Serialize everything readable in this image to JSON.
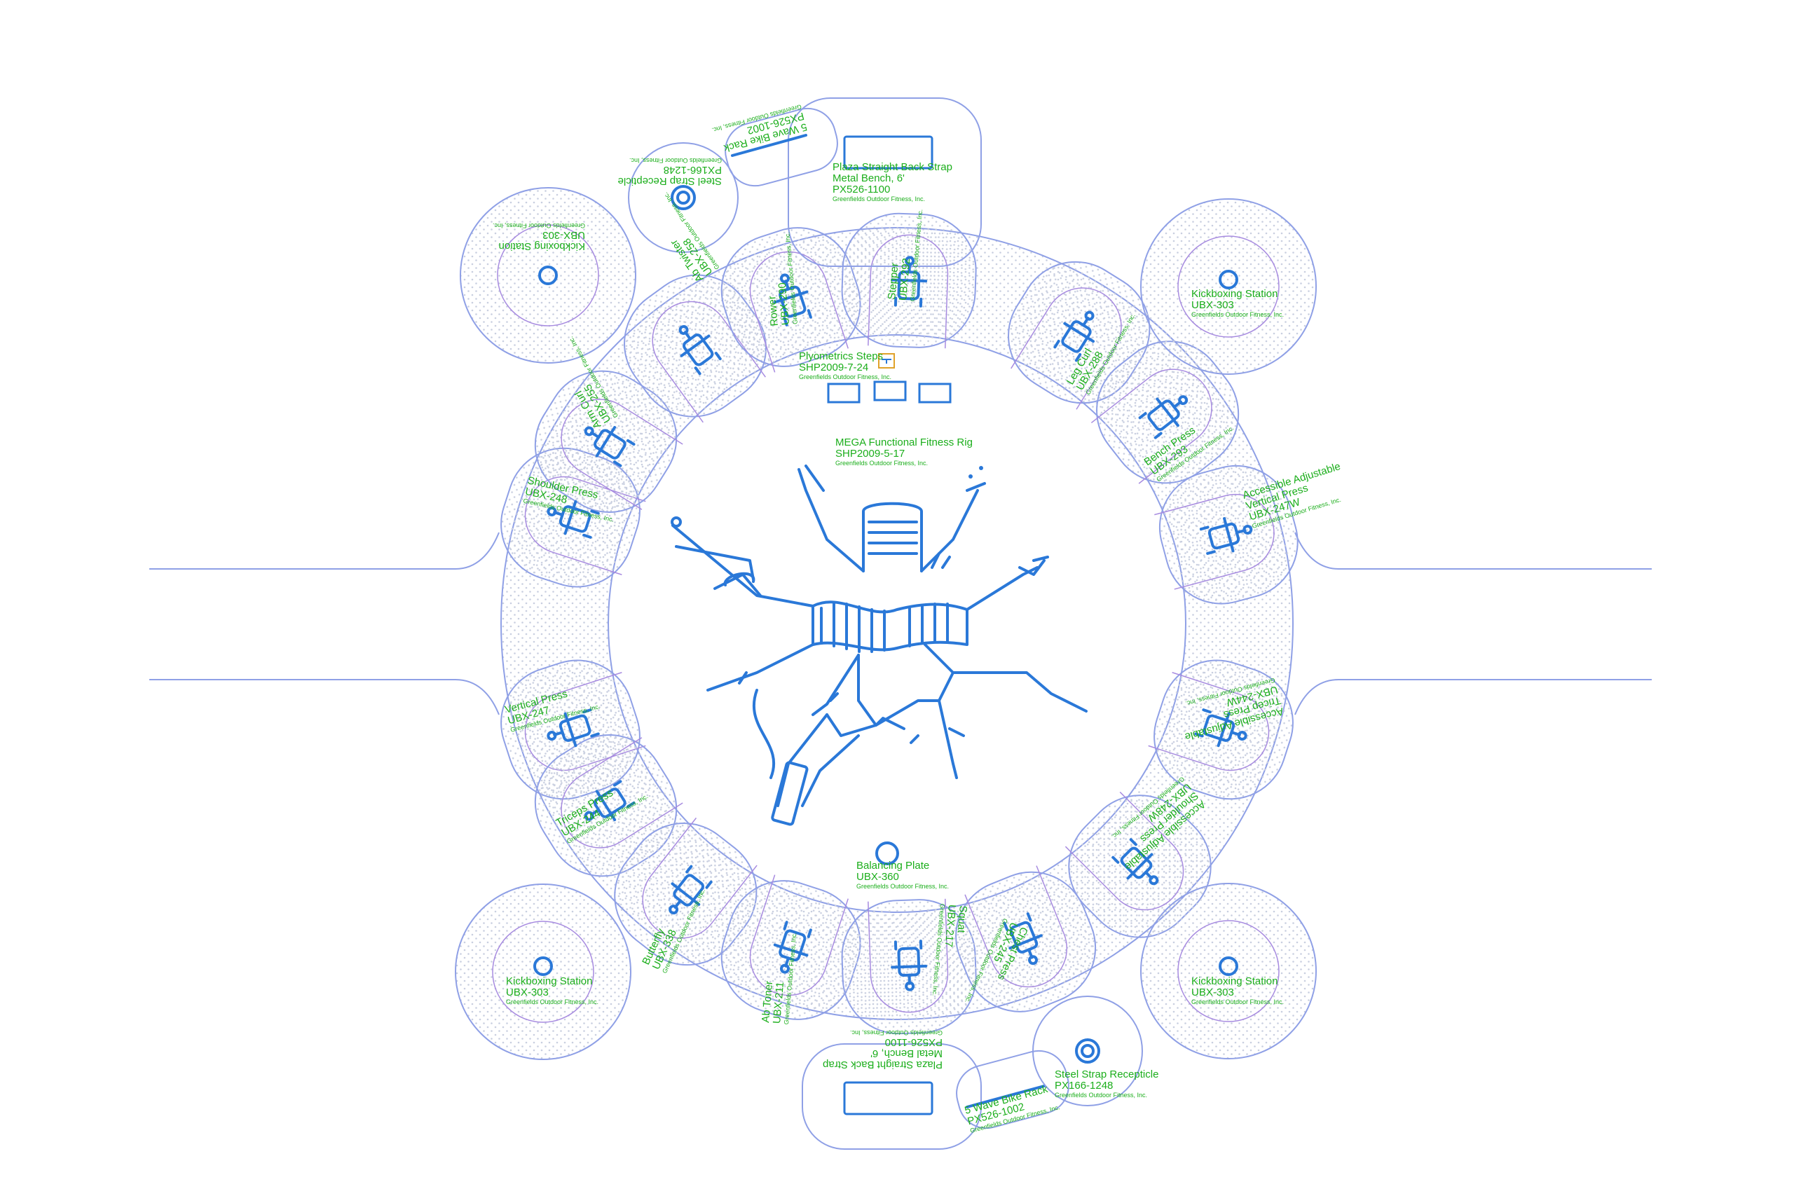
{
  "colors": {
    "outline": "#8fa0e6",
    "inner_curve": "#a78be0",
    "equipment": "#2a78d8",
    "label": "#1bae1b",
    "dot_fill": "#c9cfe0",
    "background": "#ffffff"
  },
  "manufacturer": "Greenfields Outdoor Fitness, Inc.",
  "labels": [
    {
      "key": "mega_rig",
      "lines": [
        "MEGA Functional Fitness Rig",
        "SHP2009-5-17"
      ]
    },
    {
      "key": "plyo_steps",
      "lines": [
        "Plyometrics Steps",
        "SHP2009-7-24"
      ]
    },
    {
      "key": "balancing_plate",
      "lines": [
        "Balancing Plate",
        "UBX-360"
      ]
    },
    {
      "key": "kick_tl",
      "lines": [
        "Kickboxing Station",
        "UBX-303"
      ]
    },
    {
      "key": "kick_tr",
      "lines": [
        "Kickboxing Station",
        "UBX-303"
      ]
    },
    {
      "key": "kick_bl",
      "lines": [
        "Kickboxing Station",
        "UBX-303"
      ]
    },
    {
      "key": "kick_br",
      "lines": [
        "Kickboxing Station",
        "UBX-303"
      ]
    },
    {
      "key": "bench_top",
      "lines": [
        "Plaza Straight Back Strap",
        "Metal Bench, 6'",
        "PX526-1100"
      ]
    },
    {
      "key": "bench_bottom",
      "lines": [
        "Plaza Straight Back Strap",
        "Metal Bench, 6'",
        "PX526-1100"
      ]
    },
    {
      "key": "bike_top",
      "lines": [
        "5 Wave Bike Rack",
        "PX526-1002"
      ]
    },
    {
      "key": "bike_bottom",
      "lines": [
        "5 Wave Bike Rack",
        "PX526-1002"
      ]
    },
    {
      "key": "recept_top",
      "lines": [
        "Steel Strap Recepticle",
        "PX166-1248"
      ]
    },
    {
      "key": "recept_bottom",
      "lines": [
        "Steel Strap Recepticle",
        "PX166-1248"
      ]
    },
    {
      "key": "shoulder_press",
      "lines": [
        "Shoulder Press",
        "UBX-248"
      ]
    },
    {
      "key": "arm_curl",
      "lines": [
        "Arm Curl",
        "UBX-255"
      ]
    },
    {
      "key": "ab_twister",
      "lines": [
        "Ab Twister",
        "UBX-258"
      ]
    },
    {
      "key": "rower",
      "lines": [
        "Rower",
        "UBX-290"
      ]
    },
    {
      "key": "stepper",
      "lines": [
        "Stepper",
        "UBX-292"
      ]
    },
    {
      "key": "leg_curl",
      "lines": [
        "Leg Curl",
        "UBX-288"
      ]
    },
    {
      "key": "bench_press",
      "lines": [
        "Bench Press",
        "UBX-293"
      ]
    },
    {
      "key": "acc_vertical_press",
      "lines": [
        "Accessible Adjustable",
        "Vertical Press",
        "UBX-247W"
      ]
    },
    {
      "key": "vertical_press",
      "lines": [
        "Vertical Press",
        "UBX-247"
      ]
    },
    {
      "key": "triceps_press",
      "lines": [
        "Triceps Press",
        "UBX-244"
      ]
    },
    {
      "key": "butterfly",
      "lines": [
        "Butterfly",
        "UBX-338"
      ]
    },
    {
      "key": "ab_toner",
      "lines": [
        "Ab Toner",
        "UBX-211"
      ]
    },
    {
      "key": "squat",
      "lines": [
        "Squat",
        "UBX-217"
      ]
    },
    {
      "key": "chest_press",
      "lines": [
        "Chest Press",
        "UBX-245"
      ]
    },
    {
      "key": "acc_shoulder_press",
      "lines": [
        "Accessible Adjustable",
        "Shoulder Press",
        "UBX-248W"
      ]
    },
    {
      "key": "acc_tricep_press",
      "lines": [
        "Accessible Adjustable",
        "Tricep Press",
        "UBX-244W"
      ]
    }
  ]
}
